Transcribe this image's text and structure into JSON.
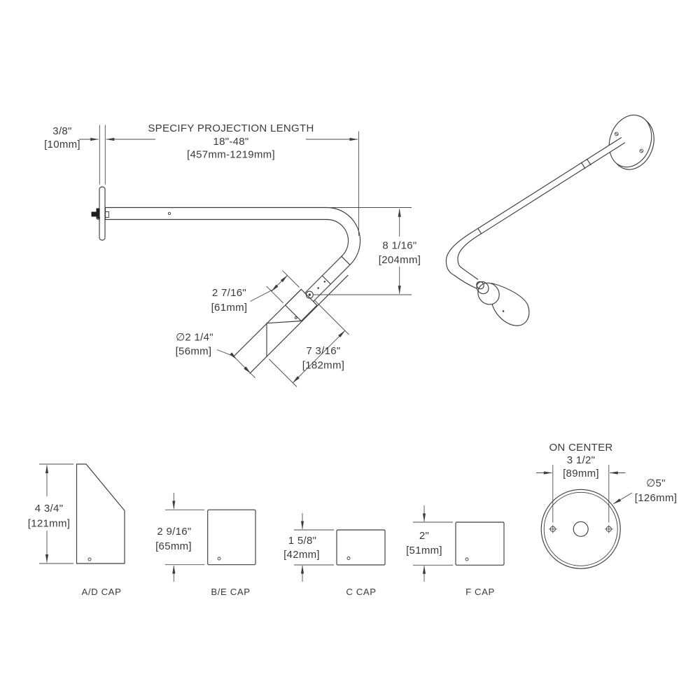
{
  "colors": {
    "background": "#ffffff",
    "line": "#3d3d3d",
    "text": "#3a3a3a"
  },
  "main_view": {
    "thickness": {
      "in": "3/8\"",
      "mm": "[10mm]"
    },
    "projection": {
      "label": "SPECIFY PROJECTION LENGTH",
      "range_in": "18\"-48\"",
      "range_mm": "[457mm-1219mm]"
    },
    "drop": {
      "in": "8 1/16\"",
      "mm": "[204mm]"
    },
    "cap_length": {
      "in": "2 7/16\"",
      "mm": "[61mm]"
    },
    "fitter_diameter": {
      "in": "∅2 1/4\"",
      "mm": "[56mm]"
    },
    "head_length": {
      "in": "7 3/16\"",
      "mm": "[182mm]"
    }
  },
  "caps": [
    {
      "label": "A/D CAP",
      "dim_in": "4 3/4\"",
      "dim_mm": "[121mm]"
    },
    {
      "label": "B/E CAP",
      "dim_in": "2 9/16\"",
      "dim_mm": "[65mm]"
    },
    {
      "label": "C CAP",
      "dim_in": "1 5/8\"",
      "dim_mm": "[42mm]"
    },
    {
      "label": "F CAP",
      "dim_in": "2\"",
      "dim_mm": "[51mm]"
    }
  ],
  "wall_plate": {
    "on_center_label": "ON CENTER",
    "on_center_in": "3 1/2\"",
    "on_center_mm": "[89mm]",
    "diameter_in": "∅5\"",
    "diameter_mm": "[126mm]"
  }
}
